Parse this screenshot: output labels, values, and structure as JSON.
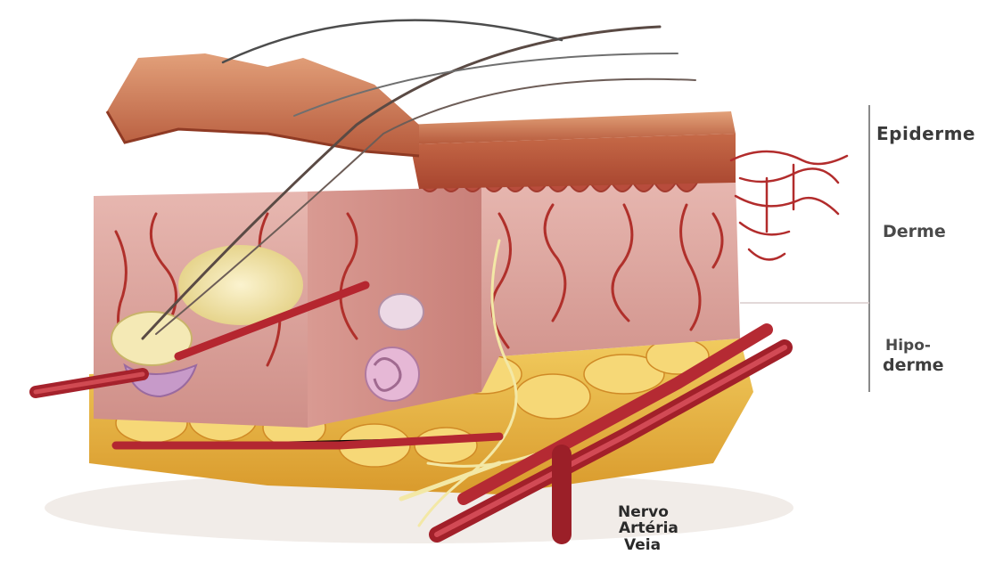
{
  "layers": {
    "epiderme": "Epiderme",
    "derme": "Derme",
    "hipoderme_line1": "Hipo-",
    "hipoderme_line2": "derme"
  },
  "vessels": {
    "nervo": "Nervo",
    "arteria": "Artéria",
    "veia": "Veia"
  },
  "colors": {
    "epidermis": "#c0603f",
    "dermis": "#d9a3a0",
    "hypodermis_fat": "#e8b84a",
    "artery": "#b3222e",
    "nerve": "#f2e6a0",
    "background": "#ffffff"
  }
}
